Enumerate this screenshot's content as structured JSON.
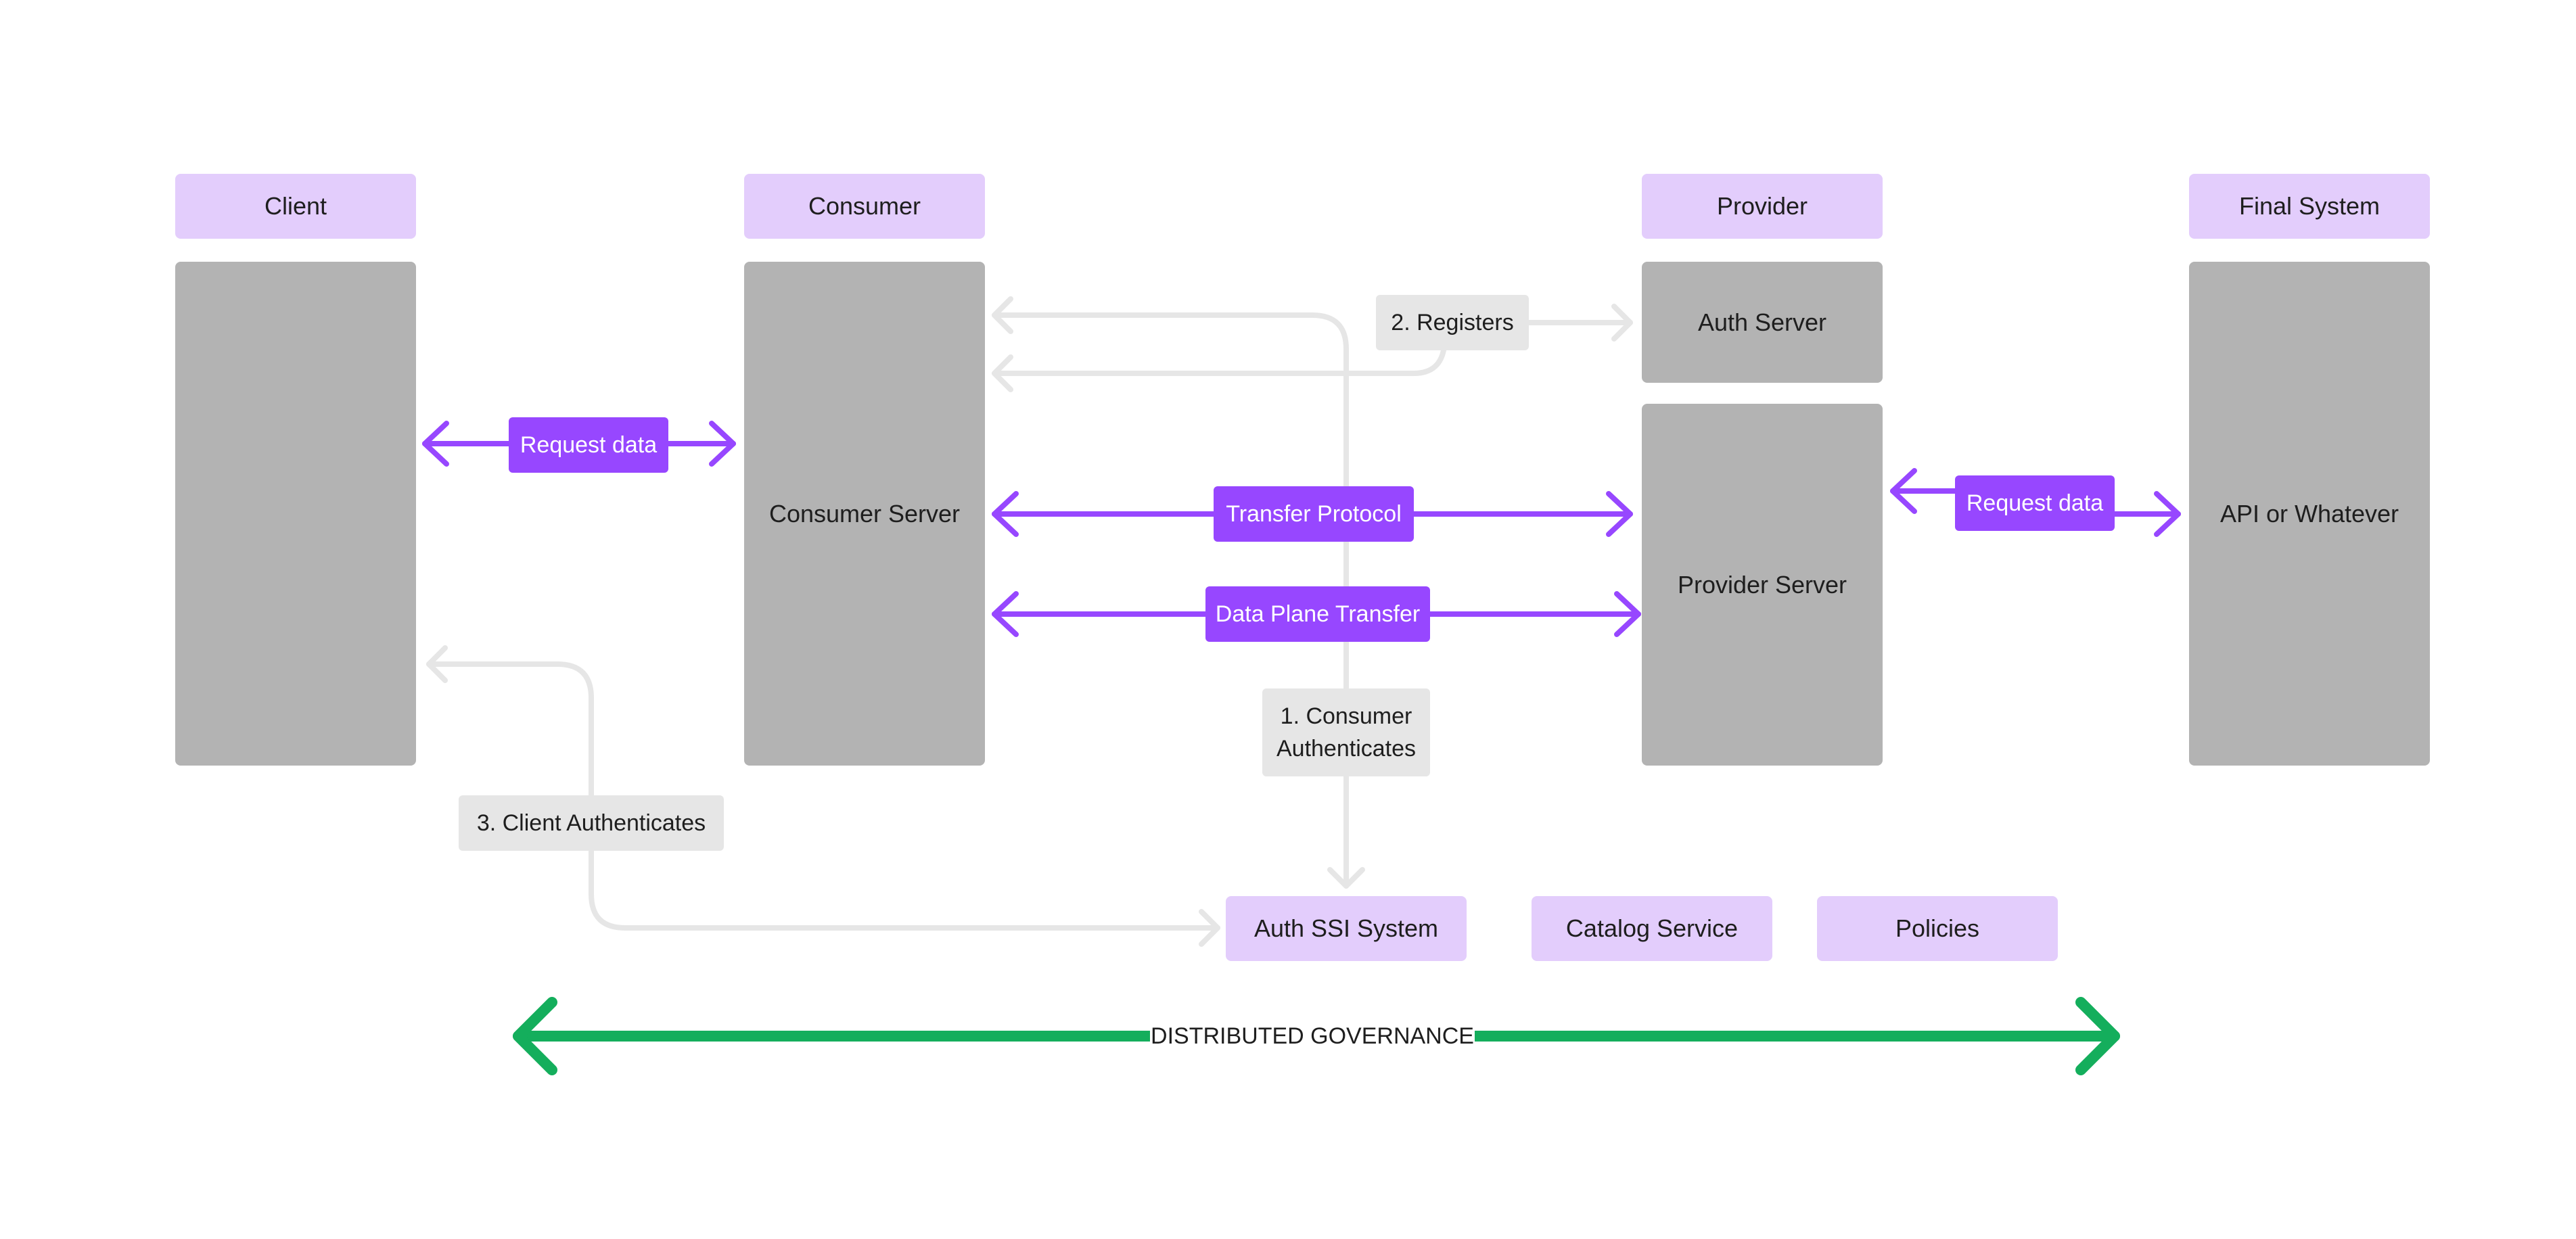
{
  "colors": {
    "header_fill": "#e3cdfc",
    "server_fill": "#b3b3b3",
    "gray_label_fill": "#e6e6e6",
    "gray_connector": "#e6e6e6",
    "purple_accent": "#9747ff",
    "governance_green": "#14ae5c"
  },
  "columns": {
    "client": {
      "header": "Client"
    },
    "consumer": {
      "header": "Consumer",
      "server": "Consumer Server"
    },
    "provider": {
      "header": "Provider",
      "auth_server": "Auth Server",
      "server": "Provider Server"
    },
    "final_system": {
      "header": "Final System",
      "server": "API or Whatever"
    }
  },
  "edges": {
    "client_consumer": "Request data",
    "transfer_protocol": "Transfer Protocol",
    "data_plane": "Data Plane Transfer",
    "provider_final": "Request data",
    "registers": "2. Registers",
    "consumer_auth": "1. Consumer\nAuthenticates",
    "client_auth": "3. Client Authenticates"
  },
  "services": {
    "auth_ssi": "Auth SSI System",
    "catalog": "Catalog Service",
    "policies": "Policies"
  },
  "governance": {
    "label": "DISTRIBUTED GOVERNANCE"
  }
}
